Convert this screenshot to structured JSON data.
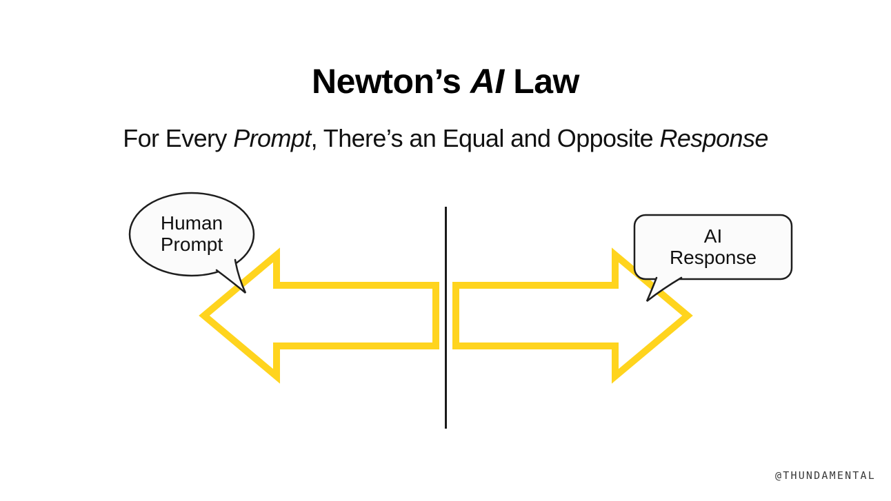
{
  "header": {
    "title": {
      "prefix": "Newton’s ",
      "italic": "AI",
      "suffix": " Law"
    },
    "subtitle": {
      "part1": "For Every ",
      "italic1": "Prompt",
      "part2": ", There’s an Equal and Opposite ",
      "italic2": "Response"
    }
  },
  "diagram": {
    "left_bubble": {
      "line1": "Human",
      "line2": "Prompt"
    },
    "right_bubble": {
      "line1": "AI",
      "line2": "Response"
    },
    "colors": {
      "arrow_stroke": "#FFD41E",
      "arrow_fill": "#FFFFFF",
      "bubble_fill": "#FBFBFB",
      "bubble_stroke": "#1E1E1E",
      "divider": "#1A1A1A"
    }
  },
  "footer": {
    "watermark": "@THUNDAMENTAL"
  }
}
